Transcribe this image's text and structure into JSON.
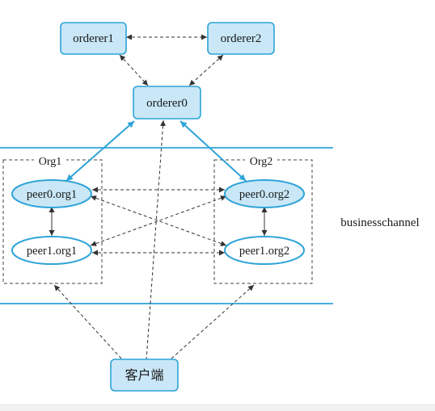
{
  "nodes": {
    "orderer1": "orderer1",
    "orderer2": "orderer2",
    "orderer0": "orderer0",
    "peer0_org1": "peer0.org1",
    "peer1_org1": "peer1.org1",
    "peer0_org2": "peer0.org2",
    "peer1_org2": "peer1.org2",
    "client": "客户端"
  },
  "orgs": {
    "org1": "Org1",
    "org2": "Org2"
  },
  "channel": {
    "label": "businesschannel"
  },
  "colors": {
    "accent": "#2ea3d8",
    "fill": "#c9e7f6",
    "line": "#333333"
  }
}
